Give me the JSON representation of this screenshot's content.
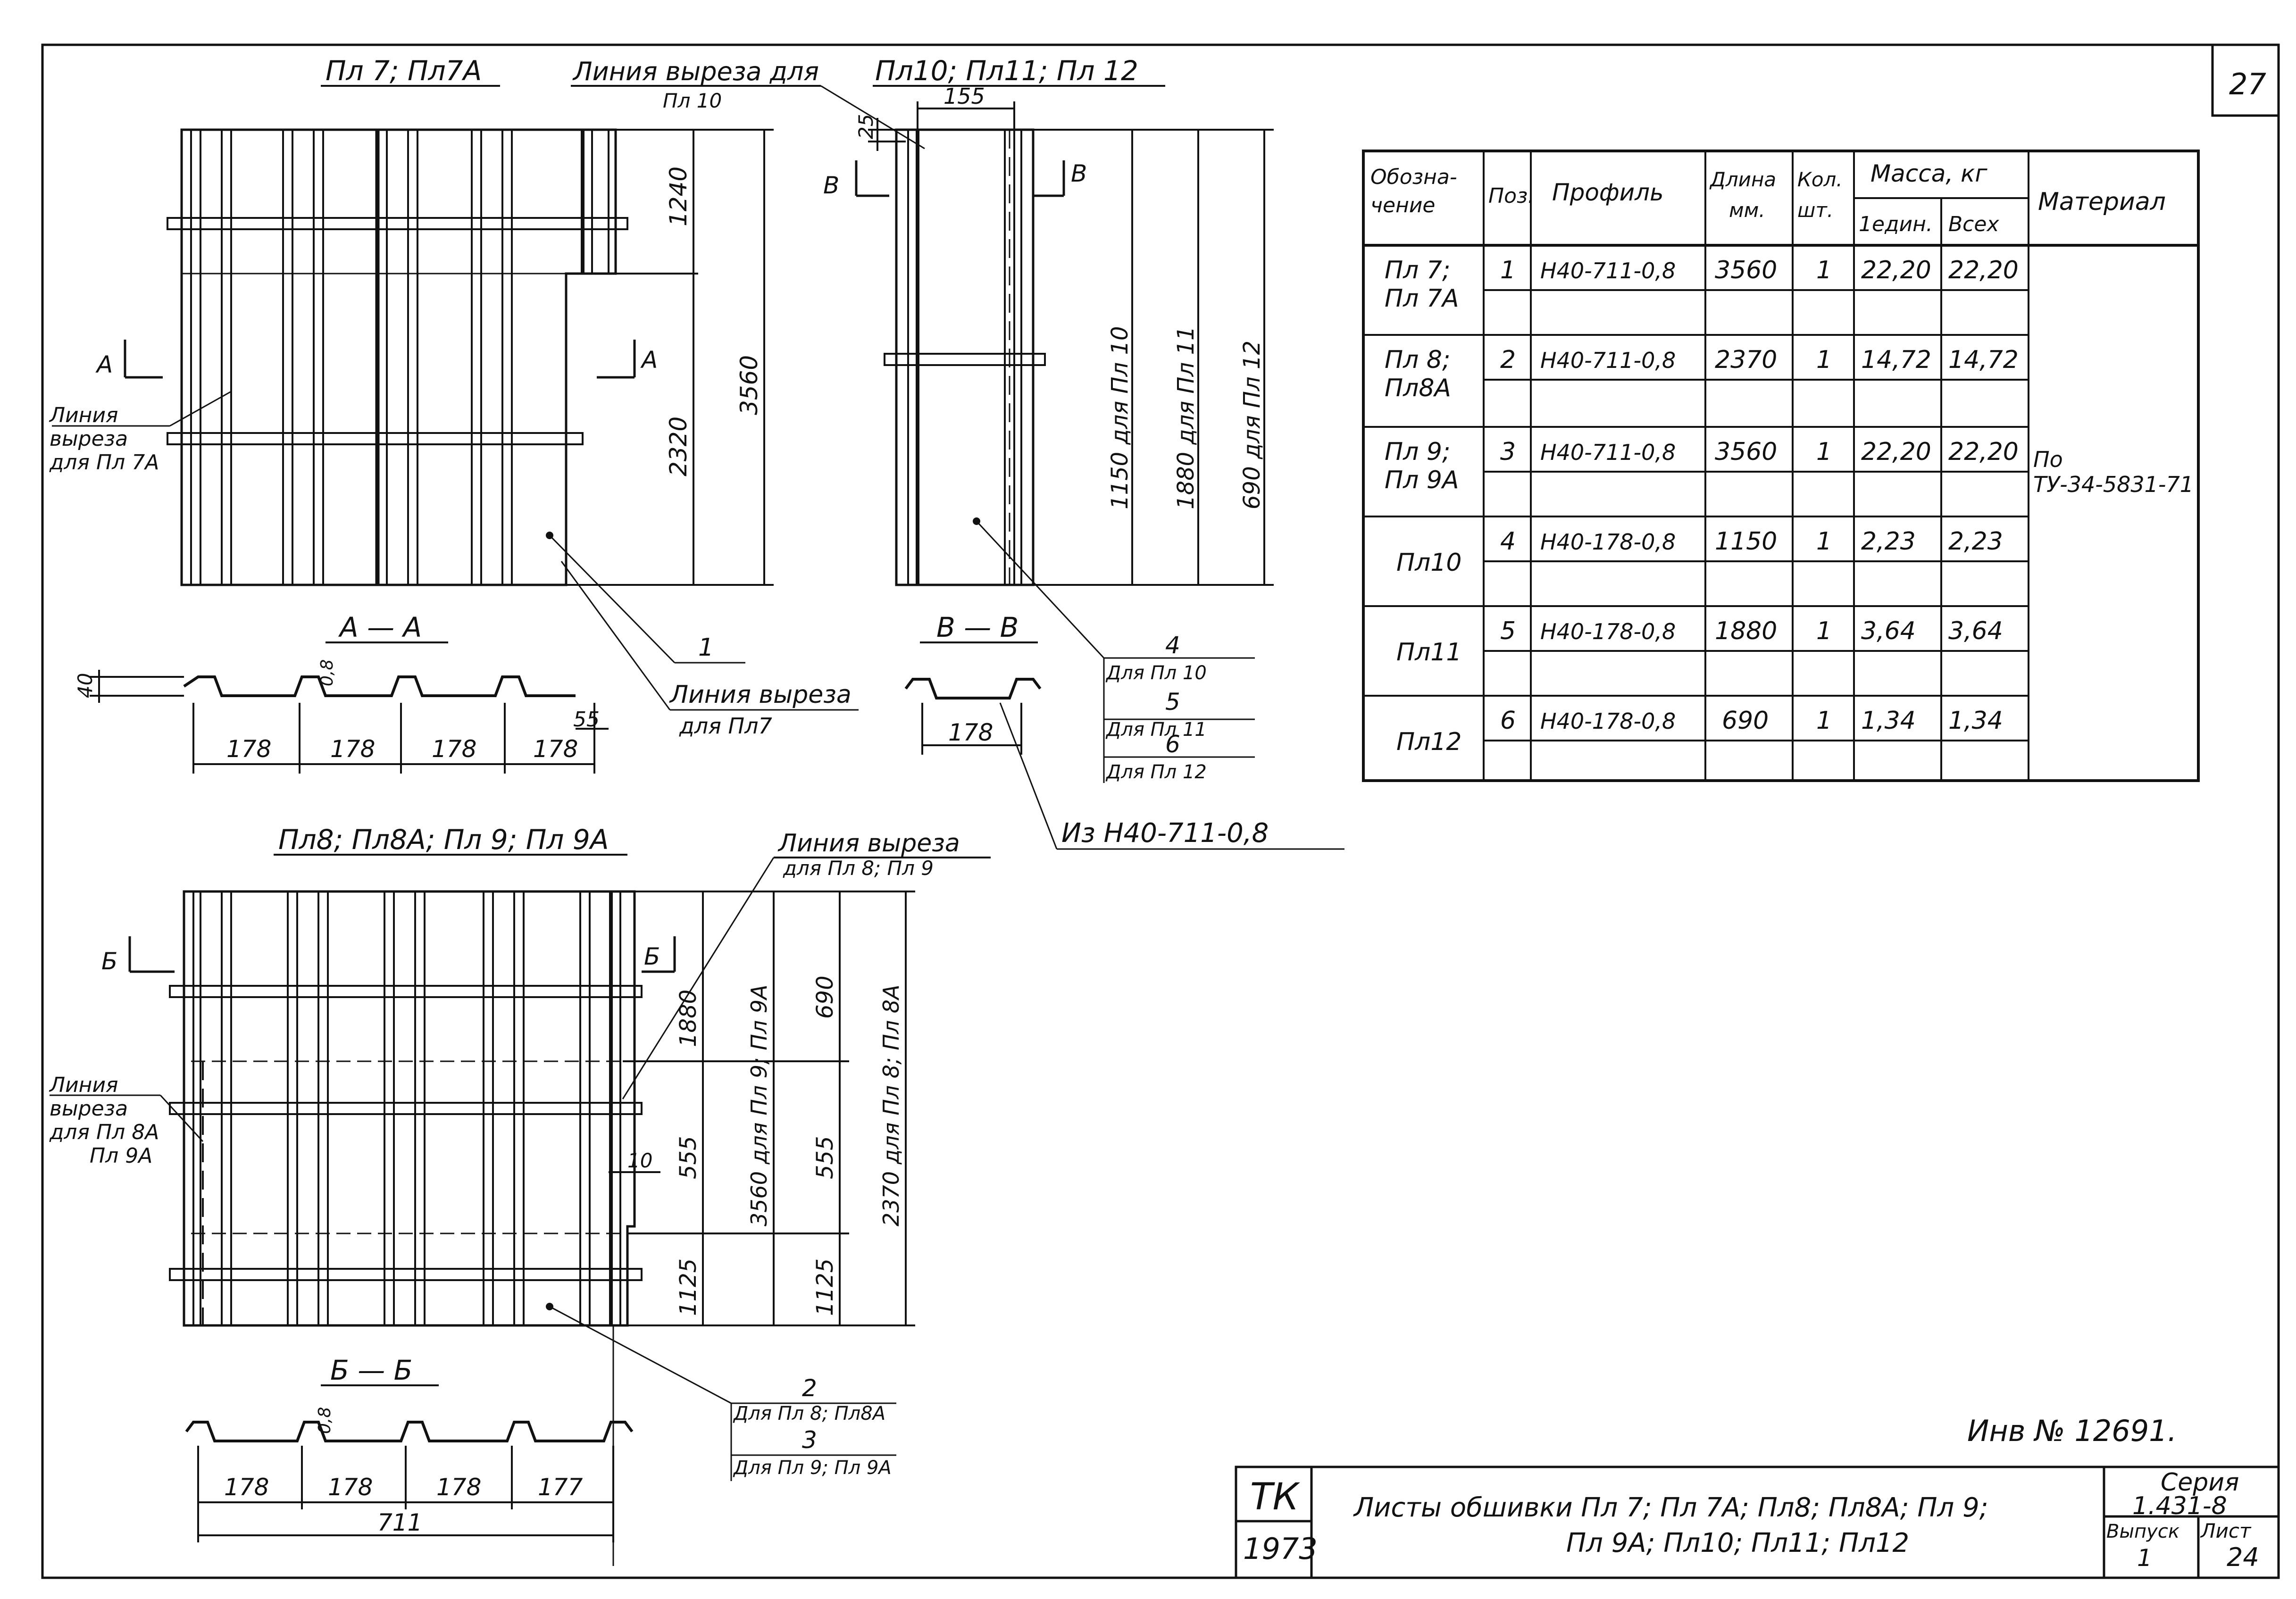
{
  "sheet_number": "27",
  "views": {
    "pl7_title": "Пл 7; Пл7А",
    "pl10_title": "Пл10; Пл11; Пл 12",
    "pl8_title": "Пл8; Пл8А; Пл 9; Пл 9А",
    "cut_pl10_line1": "Линия выреза для",
    "cut_pl10_line2": "Пл 10",
    "cut_pl7a": [
      "Линия",
      "выреза",
      "для Пл 7А"
    ],
    "cut_pl7": [
      "Линия выреза",
      "для Пл7"
    ],
    "cut_pl89": [
      "Линия выреза",
      "для Пл 8; Пл 9"
    ],
    "cut_pl89a": [
      "Линия",
      "выреза",
      "для Пл 8А",
      "Пл 9А"
    ],
    "section_aa": "А — А",
    "section_bb": "В — В",
    "section_66": "Б — Б",
    "mark_A": "А",
    "mark_B": "В",
    "mark_6": "Б",
    "from_profile": "Из Н40-711-0,8"
  },
  "dims": {
    "d1240": "1240",
    "d2320": "2320",
    "d3560": "3560",
    "d155": "155",
    "d25": "25",
    "d1150": "1150 для Пл 10",
    "d1880a": "1880 для Пл 11",
    "d690a": "690 для Пл 12",
    "d40": "40",
    "d08": "0,8",
    "d178": "178",
    "d55": "55",
    "d177": "177",
    "d711": "711",
    "d1880": "1880",
    "d555": "555",
    "d1125": "1125",
    "d10": "10",
    "d3560pl9": "3560 для Пл 9; Пл 9А",
    "d690": "690",
    "d2370pl8": "2370 для Пл 8; Пл 8А"
  },
  "leaders": {
    "pos1": "1",
    "pos4": "4",
    "for10": "Для Пл 10",
    "pos5": "5",
    "for11": "Для Пл 11",
    "pos6": "6",
    "for12": "Для Пл 12",
    "pos2": "2",
    "for8": "Для Пл 8; Пл8А",
    "pos3": "3",
    "for9": "Для Пл 9; Пл 9А"
  },
  "spec_table": {
    "headers": {
      "designation": "Обозна-\nчение",
      "pos": "Поз.",
      "profile": "Профиль",
      "length": "Длина\nмм.",
      "qty": "Кол.\nшт.",
      "mass": "Масса, кг",
      "mass_unit": "1един.",
      "mass_total": "Всех",
      "material": "Материал"
    },
    "rows": [
      {
        "designation": "Пл 7;\nПл 7А",
        "pos": "1",
        "profile": "Н40-711-0,8",
        "length": "3560",
        "qty": "1",
        "unit": "22,20",
        "total": "22,20"
      },
      {
        "designation": "Пл 8;\nПл8А",
        "pos": "2",
        "profile": "Н40-711-0,8",
        "length": "2370",
        "qty": "1",
        "unit": "14,72",
        "total": "14,72"
      },
      {
        "designation": "Пл 9;\nПл 9А",
        "pos": "3",
        "profile": "Н40-711-0,8",
        "length": "3560",
        "qty": "1",
        "unit": "22,20",
        "total": "22,20"
      },
      {
        "designation": "Пл10",
        "pos": "4",
        "profile": "Н40-178-0,8",
        "length": "1150",
        "qty": "1",
        "unit": "2,23",
        "total": "2,23"
      },
      {
        "designation": "Пл11",
        "pos": "5",
        "profile": "Н40-178-0,8",
        "length": "1880",
        "qty": "1",
        "unit": "3,64",
        "total": "3,64"
      },
      {
        "designation": "Пл12",
        "pos": "6",
        "profile": "Н40-178-0,8",
        "length": "690",
        "qty": "1",
        "unit": "1,34",
        "total": "1,34"
      }
    ],
    "material": "По\nТУ-34-5831-71"
  },
  "inventory": "Инв № 12691.",
  "title_block": {
    "org": "ТК",
    "year": "1973",
    "title_line1": "Листы обшивки Пл 7; Пл 7А; Пл8; Пл8А; Пл 9;",
    "title_line2": "Пл 9А; Пл10; Пл11; Пл12",
    "series_label": "Серия",
    "series_value": "1.431-8",
    "issue_label": "Выпуск",
    "issue_value": "1",
    "sheet_label": "Лист",
    "sheet_value": "24"
  }
}
